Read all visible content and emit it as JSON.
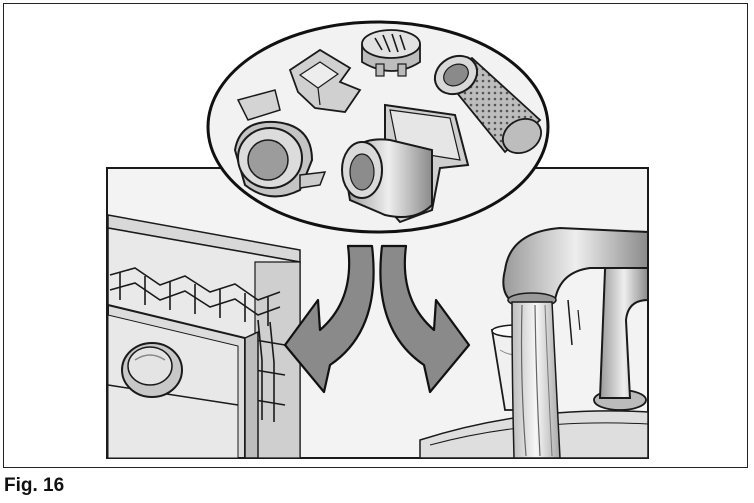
{
  "figure": {
    "caption": "Fig. 16"
  },
  "illustration": {
    "parts_callout": {
      "items": [
        "fine-filter-ring",
        "bracket-part",
        "coarse-filter-cap",
        "mesh-cylinder-filter",
        "flat-filter-funnel"
      ]
    },
    "left_panel": "dishwasher-open-door",
    "right_panel": "running-water-tap",
    "arrows": [
      "arrow-to-dishwasher",
      "arrow-to-tap"
    ]
  },
  "colors": {
    "line": "#1a1a1a",
    "arrow_fill": "#8a8a8a",
    "panel_bg": "#f4f4f4",
    "metal": "#cfcfcf"
  }
}
